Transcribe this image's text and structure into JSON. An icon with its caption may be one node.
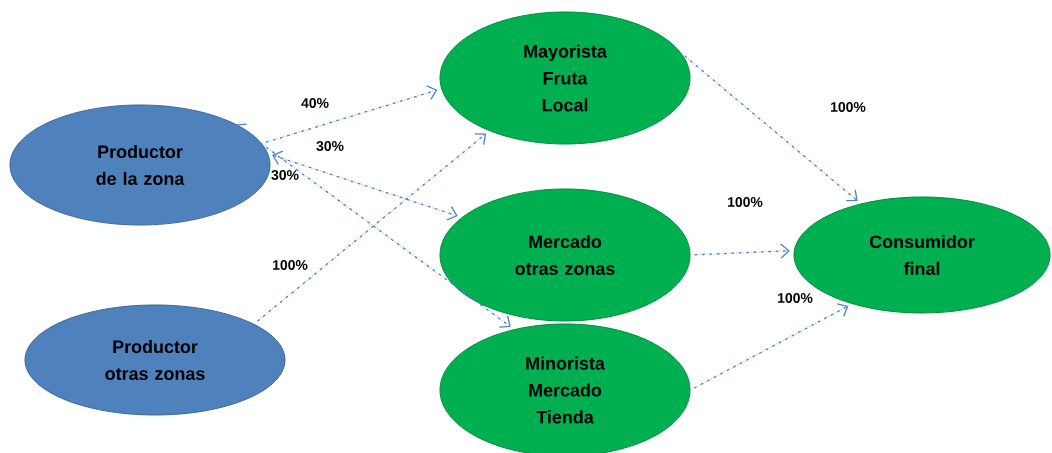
{
  "diagram": {
    "nodes": [
      {
        "text": [
          "Productor de la zona"
        ]
      },
      {
        "text": [
          "Productor otras zonas"
        ]
      },
      {
        "text": [
          "Mayorista Fruta Local"
        ]
      },
      {
        "text": [
          "Mercado otras zonas"
        ]
      },
      {
        "text": [
          "Minorista Mercado Tienda"
        ]
      },
      {
        "text": [
          "Consumidor final"
        ]
      }
    ],
    "edges": [
      {
        "from": 0,
        "to": 2,
        "arrow": "to",
        "label": "40%",
        "style": "dashed"
      },
      {
        "from": 0,
        "to": 3,
        "arrow": "both",
        "label": "30%",
        "style": "dashed"
      },
      {
        "from": 0,
        "to": 4,
        "arrow": "both",
        "label": "30%",
        "style": "dashed"
      },
      {
        "from": 1,
        "to": 2,
        "arrow": "to",
        "label": "100%",
        "style": "dashed"
      },
      {
        "from": 2,
        "to": 5,
        "arrow": "to",
        "label": "100%",
        "style": "dashed"
      },
      {
        "from": 3,
        "to": 5,
        "arrow": "to",
        "label": "100%",
        "style": "dashed"
      },
      {
        "from": 4,
        "to": 5,
        "arrow": "to",
        "label": "100%",
        "style": "dashed"
      }
    ]
  }
}
